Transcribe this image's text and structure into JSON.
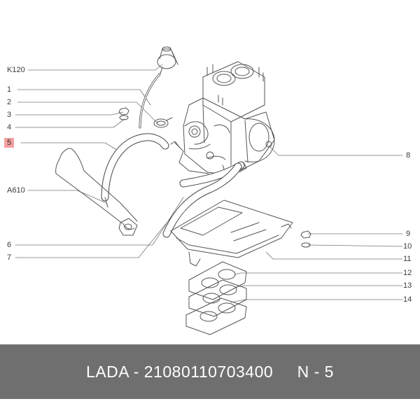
{
  "callouts_left": [
    {
      "id": "k120",
      "text": "K120",
      "highlight": false
    },
    {
      "id": "p1",
      "text": "1",
      "highlight": false
    },
    {
      "id": "p2",
      "text": "2",
      "highlight": false
    },
    {
      "id": "p3",
      "text": "3",
      "highlight": false
    },
    {
      "id": "p4",
      "text": "4",
      "highlight": false
    },
    {
      "id": "p5",
      "text": "5",
      "highlight": true
    },
    {
      "id": "a610",
      "text": "A610",
      "highlight": false
    },
    {
      "id": "p6",
      "text": "6",
      "highlight": false
    },
    {
      "id": "p7",
      "text": "7",
      "highlight": false
    }
  ],
  "callouts_right": [
    {
      "id": "p8",
      "text": "8"
    },
    {
      "id": "p9",
      "text": "9"
    },
    {
      "id": "p10",
      "text": "10"
    },
    {
      "id": "p11",
      "text": "11"
    },
    {
      "id": "p12",
      "text": "12"
    },
    {
      "id": "p13",
      "text": "13"
    },
    {
      "id": "p14",
      "text": "14"
    }
  ],
  "caption": {
    "text": "LADA - 21080110703400     N - 5"
  },
  "colors": {
    "line": "#555555",
    "highlight": "#f4a0a0",
    "caption_bg": "#6f6f6f"
  }
}
